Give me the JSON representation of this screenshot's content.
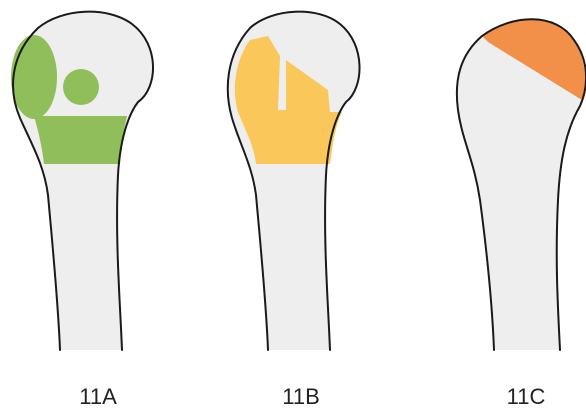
{
  "figure": {
    "panels": [
      {
        "label": "11A",
        "highlight_color": "#8fbe5a"
      },
      {
        "label": "11B",
        "highlight_color": "#fac85a"
      },
      {
        "label": "11C",
        "highlight_color": "#f2904a"
      }
    ],
    "bone_fill": "#eeeeee",
    "outline_color": "#1a1a1a"
  }
}
